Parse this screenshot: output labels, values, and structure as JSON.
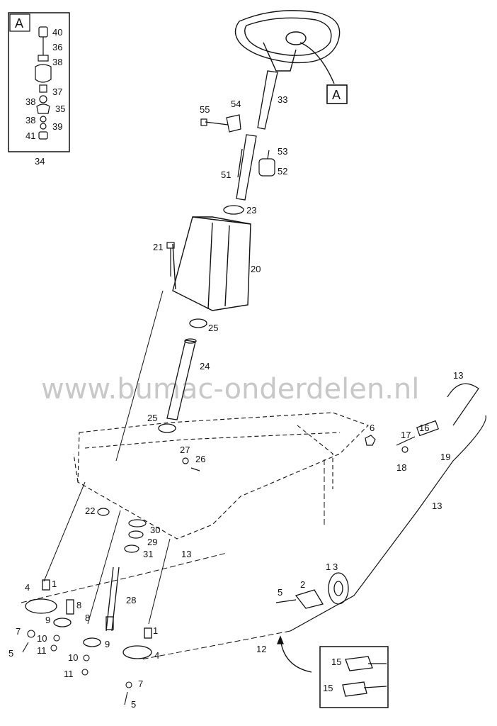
{
  "watermark": "www.bumac-onderdelen.nl",
  "inset_a": {
    "tag": "A",
    "caption": "34",
    "parts": [
      "40",
      "36",
      "38",
      "37",
      "38",
      "35",
      "38",
      "39",
      "41"
    ]
  },
  "callout_a": "A",
  "parts": [
    {
      "id": "p1a",
      "label": "1"
    },
    {
      "id": "p1b",
      "label": "1"
    },
    {
      "id": "p1c",
      "label": "1"
    },
    {
      "id": "p2",
      "label": "2"
    },
    {
      "id": "p3",
      "label": "3"
    },
    {
      "id": "p4a",
      "label": "4"
    },
    {
      "id": "p4b",
      "label": "4"
    },
    {
      "id": "p5a",
      "label": "5"
    },
    {
      "id": "p5b",
      "label": "5"
    },
    {
      "id": "p5c",
      "label": "5"
    },
    {
      "id": "p6",
      "label": "6"
    },
    {
      "id": "p7a",
      "label": "7"
    },
    {
      "id": "p7b",
      "label": "7"
    },
    {
      "id": "p8a",
      "label": "8"
    },
    {
      "id": "p8b",
      "label": "8"
    },
    {
      "id": "p9a",
      "label": "9"
    },
    {
      "id": "p9b",
      "label": "9"
    },
    {
      "id": "p10a",
      "label": "10"
    },
    {
      "id": "p10b",
      "label": "10"
    },
    {
      "id": "p11a",
      "label": "11"
    },
    {
      "id": "p11b",
      "label": "11"
    },
    {
      "id": "p12",
      "label": "12"
    },
    {
      "id": "p13a",
      "label": "13"
    },
    {
      "id": "p13b",
      "label": "13"
    },
    {
      "id": "p13c",
      "label": "13"
    },
    {
      "id": "p15a",
      "label": "15"
    },
    {
      "id": "p15b",
      "label": "15"
    },
    {
      "id": "p16",
      "label": "16"
    },
    {
      "id": "p17",
      "label": "17"
    },
    {
      "id": "p18",
      "label": "18"
    },
    {
      "id": "p19",
      "label": "19"
    },
    {
      "id": "p20",
      "label": "20"
    },
    {
      "id": "p21",
      "label": "21"
    },
    {
      "id": "p22",
      "label": "22"
    },
    {
      "id": "p23",
      "label": "23"
    },
    {
      "id": "p24",
      "label": "24"
    },
    {
      "id": "p25a",
      "label": "25"
    },
    {
      "id": "p25b",
      "label": "25"
    },
    {
      "id": "p26",
      "label": "26"
    },
    {
      "id": "p27",
      "label": "27"
    },
    {
      "id": "p28",
      "label": "28"
    },
    {
      "id": "p29",
      "label": "29"
    },
    {
      "id": "p30",
      "label": "30"
    },
    {
      "id": "p31",
      "label": "31"
    },
    {
      "id": "p33",
      "label": "33"
    },
    {
      "id": "p51",
      "label": "51"
    },
    {
      "id": "p52",
      "label": "52"
    },
    {
      "id": "p53",
      "label": "53"
    },
    {
      "id": "p54",
      "label": "54"
    },
    {
      "id": "p55",
      "label": "55"
    }
  ]
}
